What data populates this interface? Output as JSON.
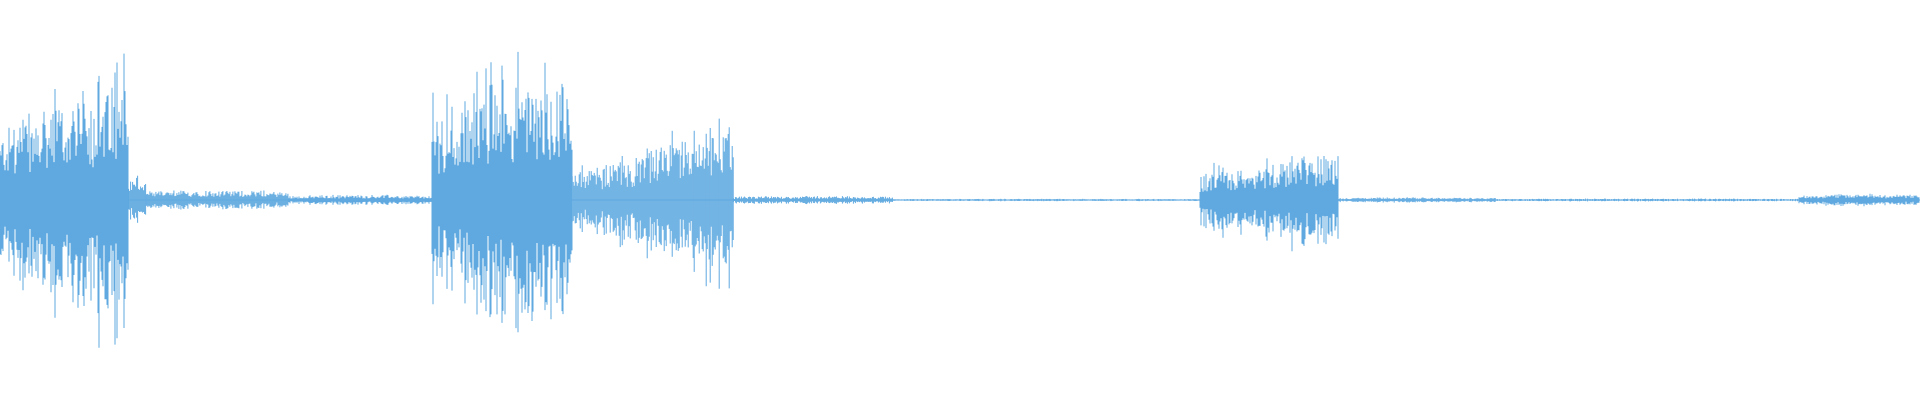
{
  "waveform": {
    "color": "#5fa9e0",
    "background": "#ffffff",
    "peak_scale": 1.0,
    "segments": [
      {
        "start": 0.0,
        "end": 0.067,
        "amp": 0.58,
        "shape": "swell"
      },
      {
        "start": 0.067,
        "end": 0.076,
        "amp": 0.12,
        "shape": "flat"
      },
      {
        "start": 0.076,
        "end": 0.15,
        "amp": 0.05,
        "shape": "flat"
      },
      {
        "start": 0.15,
        "end": 0.225,
        "amp": 0.025,
        "shape": "flat"
      },
      {
        "start": 0.225,
        "end": 0.298,
        "amp": 0.68,
        "shape": "swell"
      },
      {
        "start": 0.298,
        "end": 0.382,
        "amp": 0.36,
        "shape": "ramp"
      },
      {
        "start": 0.382,
        "end": 0.465,
        "amp": 0.02,
        "shape": "flat"
      },
      {
        "start": 0.465,
        "end": 0.625,
        "amp": 0.006,
        "shape": "flat"
      },
      {
        "start": 0.625,
        "end": 0.697,
        "amp": 0.22,
        "shape": "swell"
      },
      {
        "start": 0.697,
        "end": 0.78,
        "amp": 0.013,
        "shape": "flat"
      },
      {
        "start": 0.78,
        "end": 0.937,
        "amp": 0.007,
        "shape": "flat"
      },
      {
        "start": 0.937,
        "end": 1.0,
        "amp": 0.03,
        "shape": "flat"
      }
    ]
  }
}
